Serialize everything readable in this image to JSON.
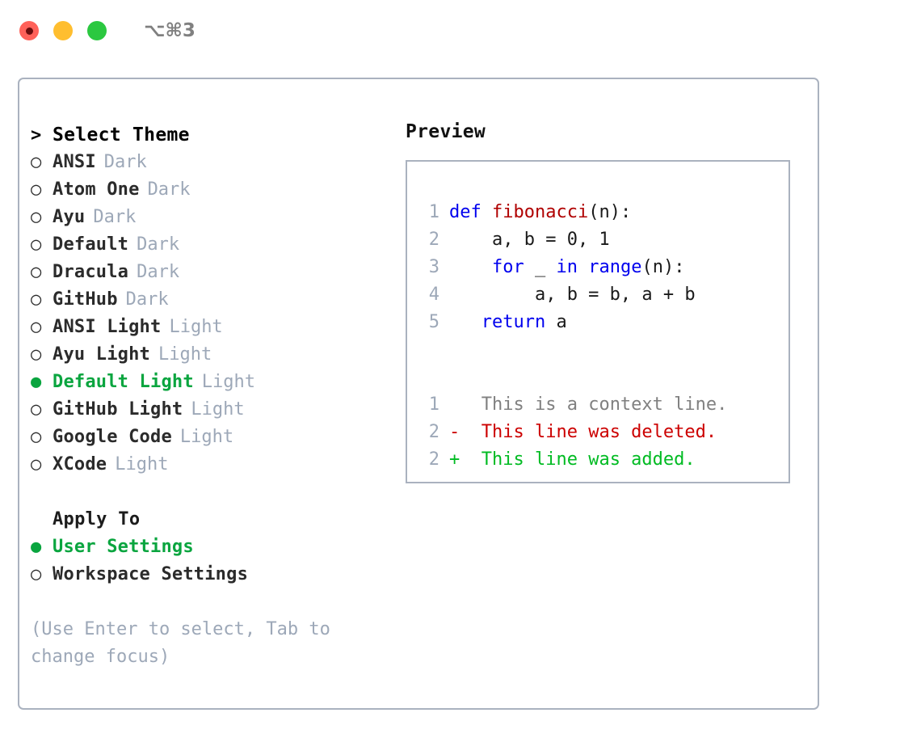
{
  "window": {
    "traffic_lights": [
      {
        "name": "close",
        "color": "#ff6159"
      },
      {
        "name": "minimize",
        "color": "#ffbe2f"
      },
      {
        "name": "zoom",
        "color": "#2bc840"
      }
    ],
    "shortcut": "⌥⌘3"
  },
  "theme_picker": {
    "heading_marker": ">",
    "heading": "Select Theme",
    "selected_theme": "Default Light",
    "items": [
      {
        "marker": "○",
        "name": "ANSI",
        "kind": "Dark",
        "selected": false
      },
      {
        "marker": "○",
        "name": "Atom One",
        "kind": "Dark",
        "selected": false
      },
      {
        "marker": "○",
        "name": "Ayu",
        "kind": "Dark",
        "selected": false
      },
      {
        "marker": "○",
        "name": "Default",
        "kind": "Dark",
        "selected": false
      },
      {
        "marker": "○",
        "name": "Dracula",
        "kind": "Dark",
        "selected": false
      },
      {
        "marker": "○",
        "name": "GitHub",
        "kind": "Dark",
        "selected": false
      },
      {
        "marker": "○",
        "name": "ANSI Light",
        "kind": "Light",
        "selected": false
      },
      {
        "marker": "○",
        "name": "Ayu Light",
        "kind": "Light",
        "selected": false
      },
      {
        "marker": "●",
        "name": "Default Light",
        "kind": "Light",
        "selected": true
      },
      {
        "marker": "○",
        "name": "GitHub Light",
        "kind": "Light",
        "selected": false
      },
      {
        "marker": "○",
        "name": "Google Code",
        "kind": "Light",
        "selected": false
      },
      {
        "marker": "○",
        "name": "XCode",
        "kind": "Light",
        "selected": false
      }
    ]
  },
  "apply_to": {
    "label": "Apply To",
    "selected": "User Settings",
    "options": [
      {
        "marker": "●",
        "label": "User Settings",
        "selected": true
      },
      {
        "marker": "○",
        "label": "Workspace Settings",
        "selected": false
      }
    ]
  },
  "hint": "(Use Enter to select, Tab to change focus)",
  "preview": {
    "title": "Preview",
    "code_lines": [
      {
        "number": "1",
        "tokens": [
          {
            "text": "def ",
            "type": "kw"
          },
          {
            "text": "fibonacci",
            "type": "fn"
          },
          {
            "text": "(n):",
            "type": "plain"
          }
        ]
      },
      {
        "number": "2",
        "tokens": [
          {
            "text": "    a, b = 0, 1",
            "type": "plain"
          }
        ]
      },
      {
        "number": "3",
        "tokens": [
          {
            "text": "    ",
            "type": "plain"
          },
          {
            "text": "for",
            "type": "kw"
          },
          {
            "text": " _ ",
            "type": "plain"
          },
          {
            "text": "in",
            "type": "kw"
          },
          {
            "text": " ",
            "type": "plain"
          },
          {
            "text": "range",
            "type": "kw"
          },
          {
            "text": "(n):",
            "type": "plain"
          }
        ]
      },
      {
        "number": "4",
        "tokens": [
          {
            "text": "        a, b = b, a + b",
            "type": "plain"
          }
        ]
      },
      {
        "number": "5",
        "tokens": [
          {
            "text": "   ",
            "type": "plain"
          },
          {
            "text": "return",
            "type": "kw"
          },
          {
            "text": " a",
            "type": "plain"
          }
        ]
      }
    ],
    "diff_lines": [
      {
        "number": "1",
        "sign": " ",
        "text": "This is a context line.",
        "type": "context"
      },
      {
        "number": "2",
        "sign": "-",
        "text": "This line was deleted.",
        "type": "deleted"
      },
      {
        "number": "2",
        "sign": "+",
        "text": "This line was added.",
        "type": "added"
      }
    ]
  },
  "colors": {
    "selected_green": "#0aa53f",
    "muted_gray": "#9da8b8",
    "border": "#aab2bf",
    "keyword_blue": "#0000ee",
    "function_red": "#b00000",
    "diff_deleted": "#cc0000",
    "diff_added": "#00bb22"
  }
}
